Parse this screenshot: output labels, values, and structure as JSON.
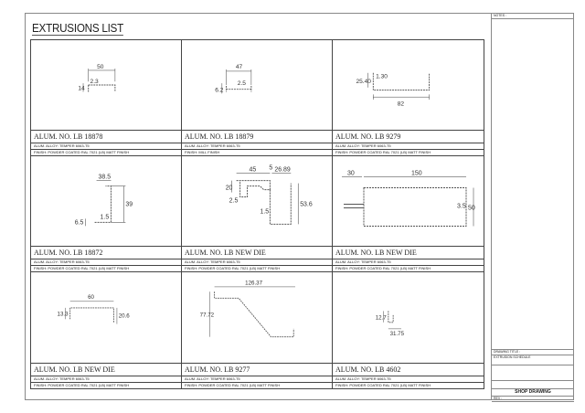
{
  "title": "EXTRUSIONS LIST",
  "notes_label": "NOTES :",
  "items": [
    {
      "alum": "ALUM. NO.  LB 18878",
      "alloy": "ALUM. ALLOY: TEMPER 6063-T5",
      "finish": "FINISH: POWDER COATED RAL 7021 (LB) MATT FINISH",
      "dims": [
        "50",
        "14",
        "2.3"
      ]
    },
    {
      "alum": "ALUM. NO.  LB 18879",
      "alloy": "ALUM. ALLOY: TEMPER 6063-T5",
      "finish": "FINISH: MILL FINISH",
      "dims": [
        "47",
        "6.2",
        "2.5"
      ]
    },
    {
      "alum": "ALUM. NO.  LB 9279",
      "alloy": "ALUM. ALLOY: TEMPER 6063-T5",
      "finish": "FINISH: POWDER COATED RAL 7021 (LB) MATT FINISH",
      "dims": [
        "25.40",
        "1.30",
        "82"
      ]
    },
    {
      "alum": "ALUM. NO.  LB 18872",
      "alloy": "ALUM. ALLOY: TEMPER 6063-T5",
      "finish": "FINISH: POWDER COATED RAL 7021 (LB) MATT FINISH",
      "dims": [
        "38.5",
        "39",
        "6.5",
        "1.5"
      ]
    },
    {
      "alum": "ALUM. NO.  LB NEW DIE",
      "alloy": "ALUM. ALLOY: TEMPER 6063-T5",
      "finish": "FINISH: POWDER COATED RAL 7021 (LB) MATT FINISH",
      "dims": [
        "45",
        "5",
        "26.89",
        "20",
        "2.5",
        "1.5",
        "53.6"
      ]
    },
    {
      "alum": "ALUM. NO.  LB NEW DIE",
      "alloy": "ALUM. ALLOY: TEMPER 6063-T5",
      "finish": "FINISH: POWDER COATED RAL 7021 (LB) MATT FINISH",
      "dims": [
        "30",
        "150",
        "3.5",
        "50"
      ]
    },
    {
      "alum": "ALUM. NO.  LB NEW DIE",
      "alloy": "ALUM. ALLOY: TEMPER 6063-T5",
      "finish": "FINISH: POWDER COATED RAL 7021 (LB) MATT FINISH",
      "dims": [
        "60",
        "13.3",
        "20.6"
      ]
    },
    {
      "alum": "ALUM. NO.  LB 9277",
      "alloy": "ALUM. ALLOY: TEMPER 6063-T5",
      "finish": "FINISH: POWDER COATED RAL 7021 (LB) MATT FINISH",
      "dims": [
        "126.37",
        "77.72"
      ]
    },
    {
      "alum": "ALUM. NO.  LB 4602",
      "alloy": "ALUM. ALLOY: TEMPER 6063-T5",
      "finish": "FINISH: POWDER COATED RAL 7021 (LB) MATT FINISH",
      "dims": [
        "12.7",
        "31.75"
      ]
    }
  ],
  "title_block": {
    "drawing_title_label": "DRAWING TITLE :",
    "drawing_title": "EXTRUSION SCHEDULE",
    "shop": "SHOP DRAWING",
    "rev_label": "REV :"
  }
}
